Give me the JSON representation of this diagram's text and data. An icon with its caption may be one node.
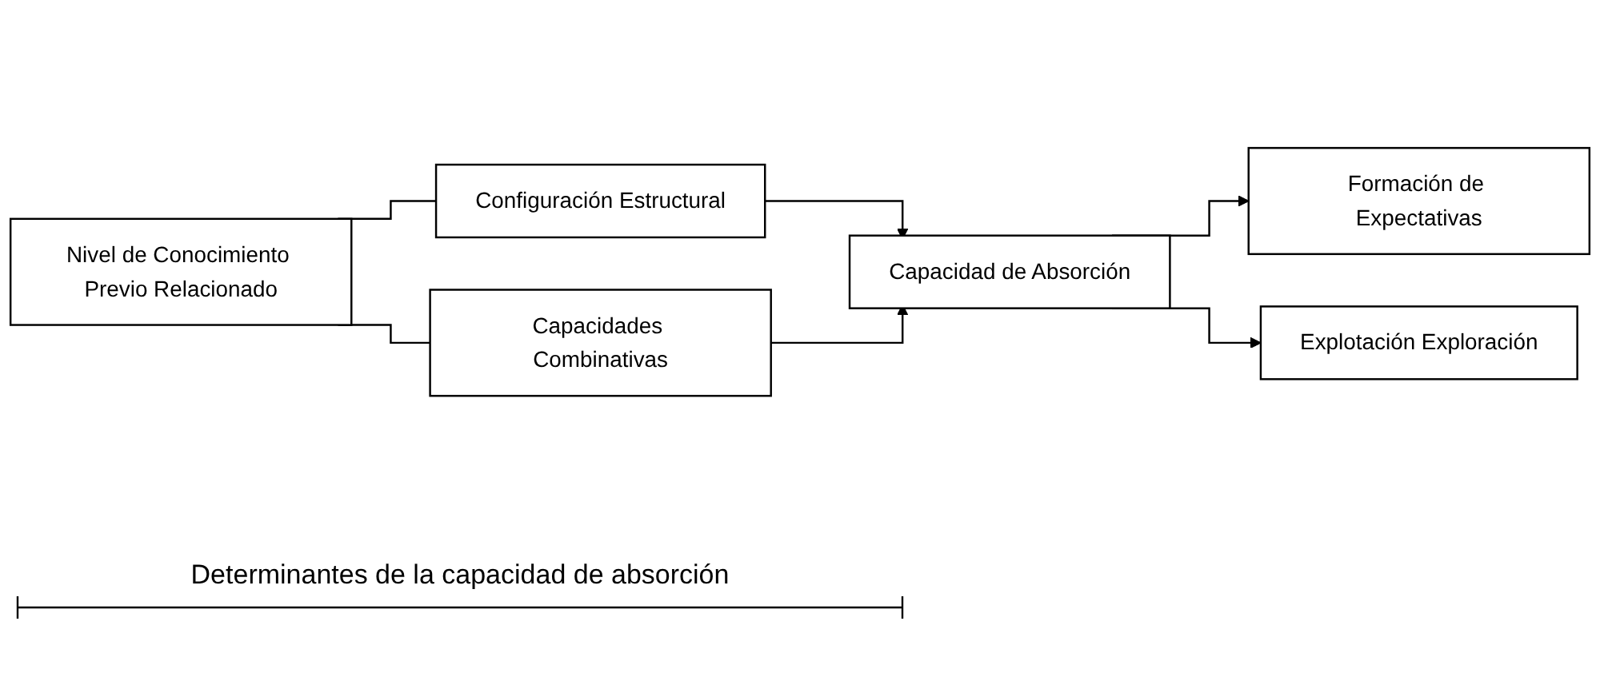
{
  "diagram": {
    "nodes": [
      {
        "text": [
          "Nivel de Conocimiento Previo Relacionado"
        ]
      },
      {
        "text": [
          "Configuración Estructural"
        ]
      },
      {
        "text": [
          "Capacidades Combinativas"
        ]
      },
      {
        "text": [
          "Capacidad de Absorción"
        ]
      },
      {
        "text": [
          "Formación de Expectativas"
        ]
      },
      {
        "text": [
          "Explotación Exploración"
        ]
      }
    ],
    "edges": [
      {
        "from": 0,
        "to": 1,
        "arrow": "none"
      },
      {
        "from": 0,
        "to": 2,
        "arrow": "none"
      },
      {
        "from": 1,
        "to": 3,
        "arrow": "to"
      },
      {
        "from": 2,
        "to": 3,
        "arrow": "to"
      },
      {
        "from": 3,
        "to": 4,
        "arrow": "to"
      },
      {
        "from": 3,
        "to": 5,
        "arrow": "to"
      }
    ],
    "labels": [
      "Determinantes de la capacidad de absorción"
    ]
  }
}
